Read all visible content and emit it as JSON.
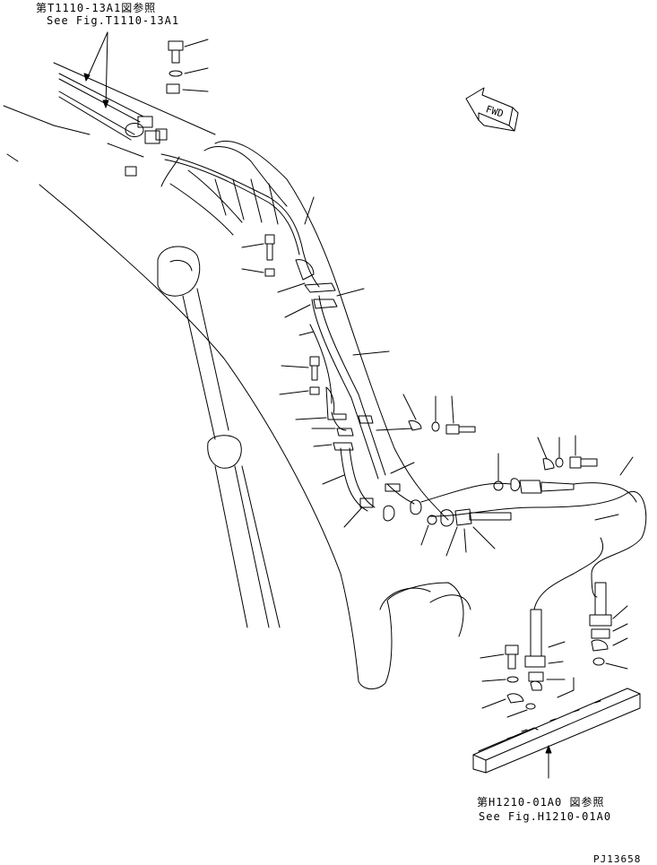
{
  "refs": {
    "top": {
      "jp": "第T1110-13A1図参照",
      "en": "See Fig.T1110-13A1"
    },
    "bottom": {
      "jp": "第H1210-01A0 図参照",
      "en": "See Fig.H1210-01A0"
    }
  },
  "direction_label": "FWD",
  "drawing_number": "PJ13658",
  "colors": {
    "ink": "#000000",
    "paper": "#ffffff"
  }
}
